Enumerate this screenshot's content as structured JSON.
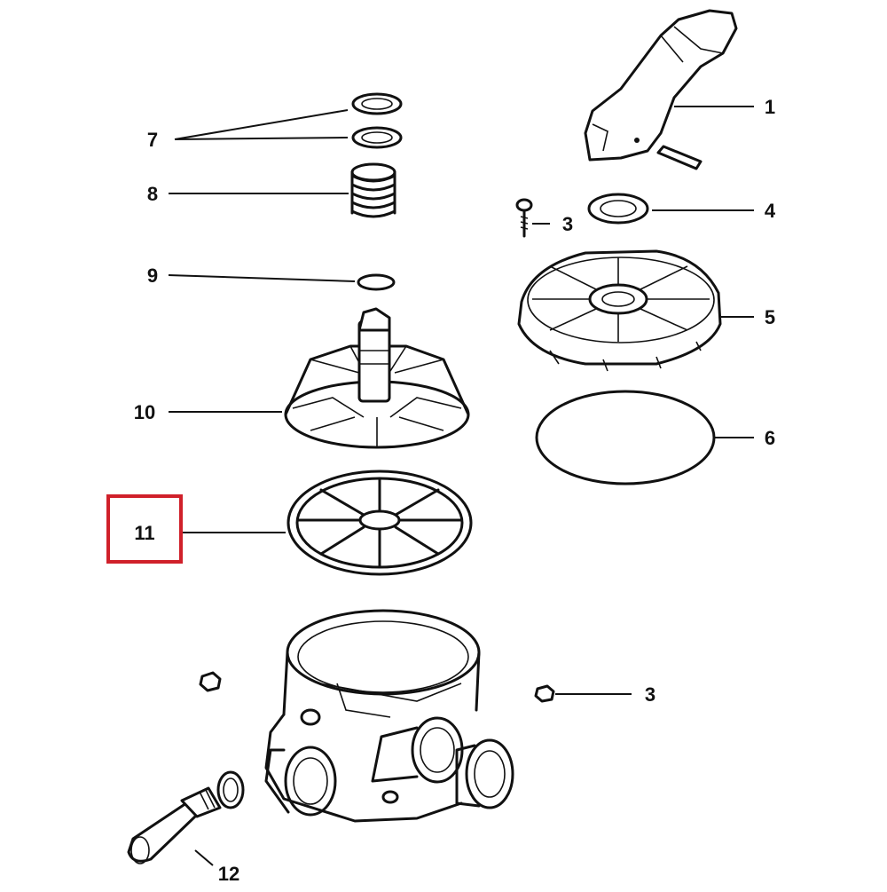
{
  "title": "",
  "highlight": {
    "part": "11",
    "color": "#d0202a"
  },
  "labels": {
    "p1": "1",
    "p3_top": "3",
    "p4": "4",
    "p5": "5",
    "p6": "6",
    "p7": "7",
    "p8": "8",
    "p9": "9",
    "p10": "10",
    "p11": "11",
    "p3_right": "3",
    "p12": "12"
  }
}
